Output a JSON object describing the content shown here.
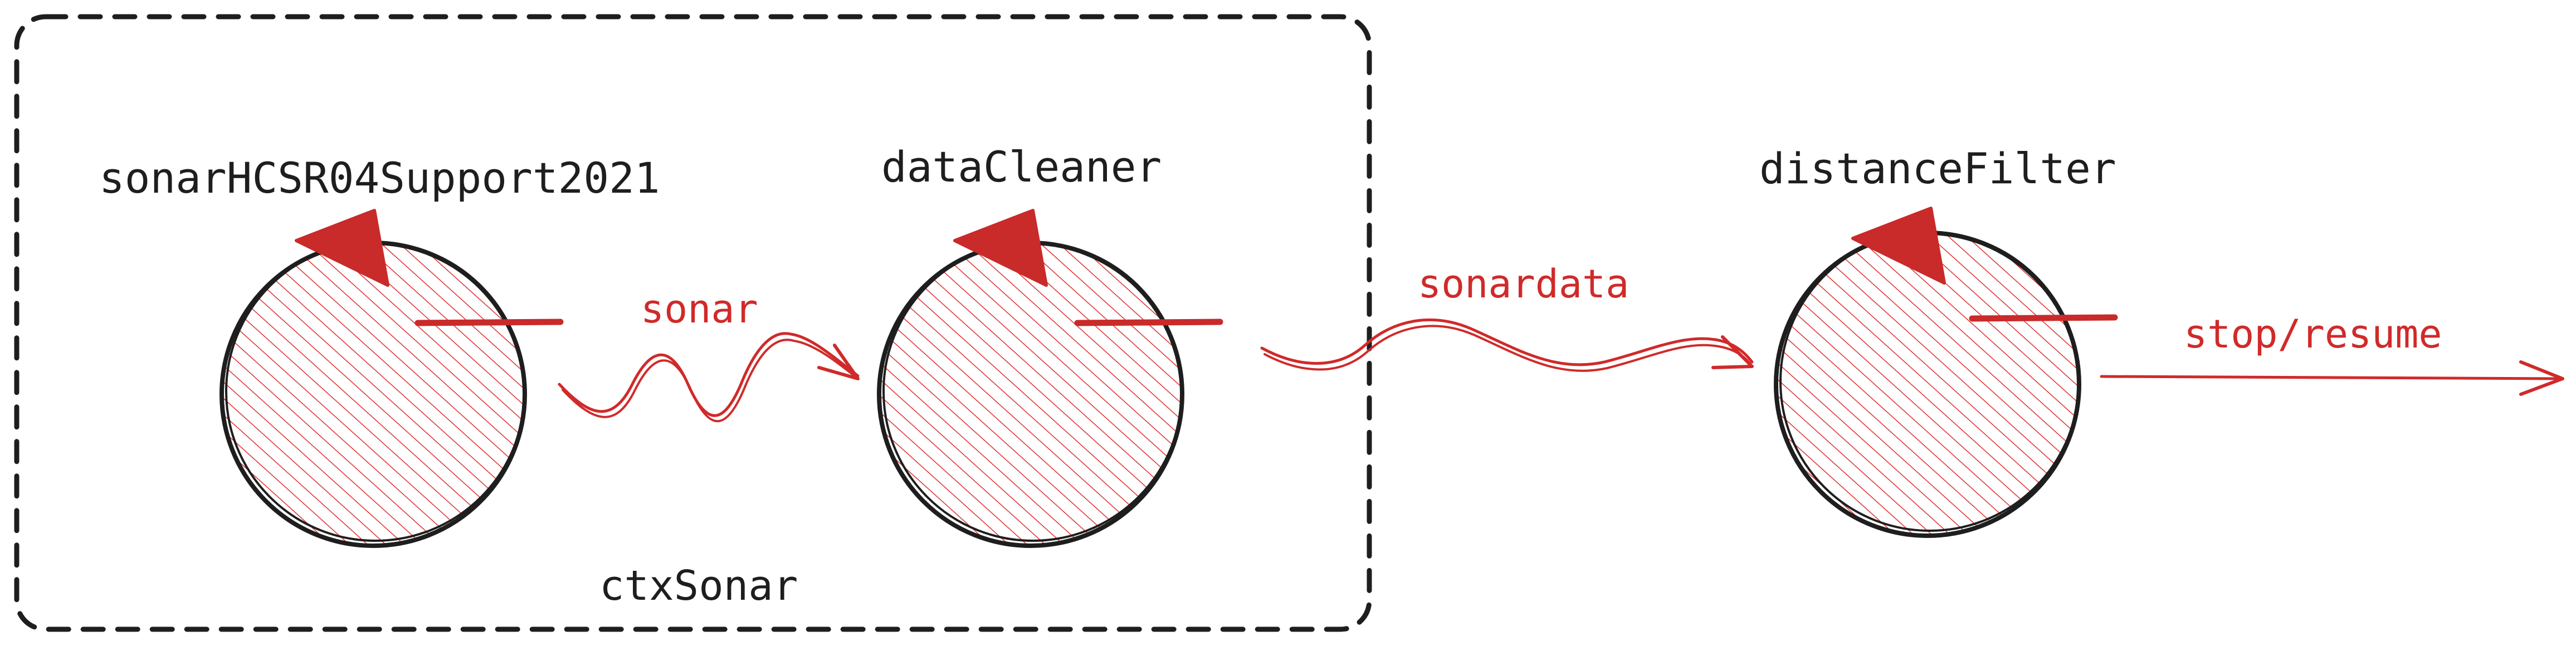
{
  "colors": {
    "ink": "#1e1e1e",
    "accent": "#c92a2a",
    "hatch": "#e03131",
    "background": "#ffffff"
  },
  "context": {
    "label": "ctxSonar"
  },
  "actors": [
    {
      "id": "sonar",
      "label": "sonarHCSR04Support2021",
      "icon": "actor-circle-with-hatch"
    },
    {
      "id": "cleaner",
      "label": "dataCleaner",
      "icon": "actor-circle-with-hatch"
    },
    {
      "id": "filter",
      "label": "distanceFilter",
      "icon": "actor-circle-with-hatch"
    }
  ],
  "messages": [
    {
      "label": "sonar",
      "from": "sonarHCSR04Support2021",
      "to": "dataCleaner",
      "style": "wavy-arrow"
    },
    {
      "label": "sonardata",
      "from": "dataCleaner",
      "to": "distanceFilter",
      "style": "wavy-arrow"
    },
    {
      "label": "stop/resume",
      "from": "distanceFilter",
      "to": "",
      "style": "straight-arrow"
    }
  ]
}
